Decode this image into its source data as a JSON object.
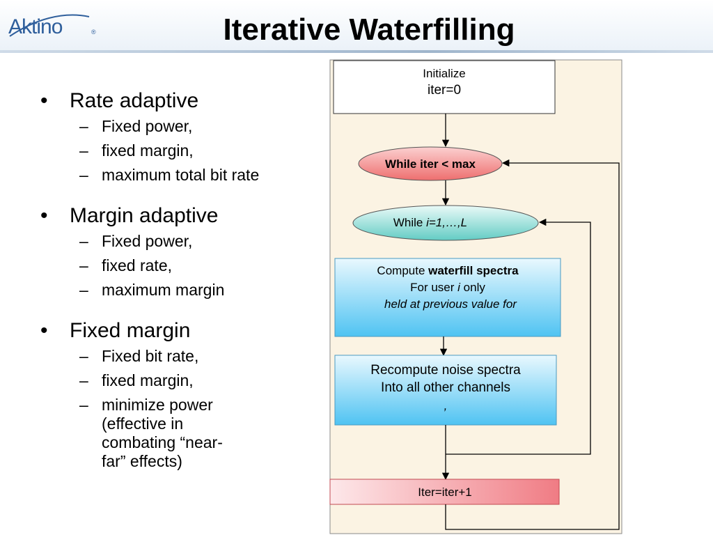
{
  "header": {
    "logo_text": "Aktino",
    "logo_mark": "®",
    "title": "Iterative Waterfilling"
  },
  "bullets": [
    {
      "label": "Rate adaptive",
      "items": [
        "Fixed power,",
        "fixed margin,",
        "maximum total bit rate"
      ]
    },
    {
      "label": "Margin adaptive",
      "items": [
        "Fixed power,",
        "fixed rate,",
        "maximum margin"
      ]
    },
    {
      "label": "Fixed margin",
      "items": [
        "Fixed bit rate,",
        "fixed margin,",
        "minimize power (effective in combating “near-far” effects)"
      ]
    }
  ],
  "flowchart": {
    "init": {
      "line1": "Initialize",
      "line2": "iter=0"
    },
    "outer_loop": "While iter < max",
    "inner_loop": {
      "prefix": "While ",
      "range": "i=1,…,L"
    },
    "compute": {
      "line1_prefix": "Compute ",
      "line1_bold": "waterfill spectra",
      "line2_prefix": "For user ",
      "line2_var": "i",
      "line2_suffix": " only",
      "line3": "held at previous value for"
    },
    "recompute": {
      "line1": "Recompute noise spectra",
      "line2": "Into all other channels",
      "line3": ","
    },
    "increment": "Iter=iter+1"
  },
  "colors": {
    "panel_bg": "#fbf3e3",
    "outer_loop_fill": "#f08080",
    "inner_loop_fill": "#7fd6cf",
    "process_fill": "#6fcff5",
    "increment_fill": "#f4a0a4",
    "logo": "#2f5f9c"
  }
}
